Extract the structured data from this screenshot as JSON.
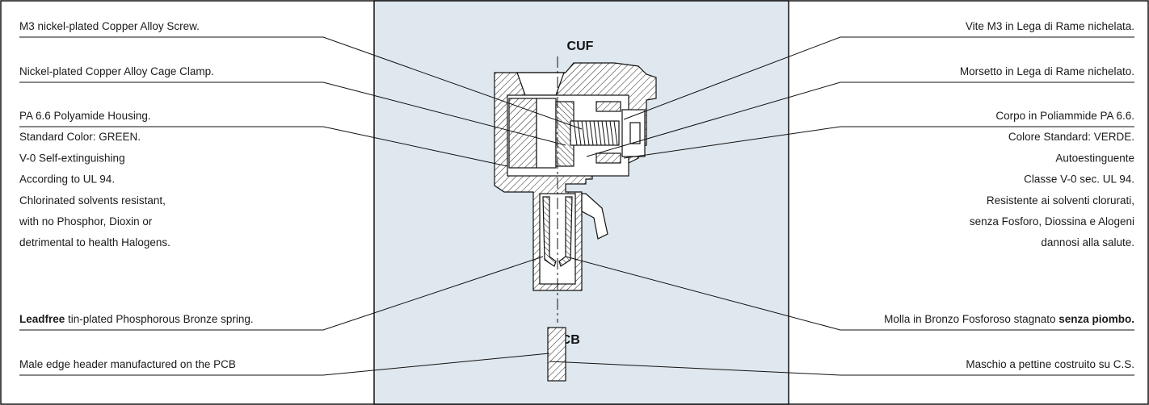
{
  "diagram": {
    "title": "CUF",
    "pcb_label": "PCB"
  },
  "left_labels": [
    {
      "lines": [
        {
          "parts": [
            {
              "t": "M3 nickel-plated Copper Alloy Screw."
            }
          ]
        }
      ]
    },
    {
      "lines": [
        {
          "parts": [
            {
              "t": "Nickel-plated Copper Alloy Cage Clamp."
            }
          ]
        }
      ]
    },
    {
      "lines": [
        {
          "parts": [
            {
              "t": "PA 6.6 Polyamide Housing."
            }
          ]
        },
        {
          "parts": [
            {
              "t": "Standard Color: GREEN."
            }
          ]
        },
        {
          "parts": [
            {
              "t": "V-0 Self-extinguishing"
            }
          ]
        },
        {
          "parts": [
            {
              "t": "According to UL 94."
            }
          ]
        },
        {
          "parts": [
            {
              "t": "Chlorinated solvents resistant,"
            }
          ]
        },
        {
          "parts": [
            {
              "t": "with no Phosphor, Dioxin or"
            }
          ]
        },
        {
          "parts": [
            {
              "t": "detrimental to health Halogens."
            }
          ]
        }
      ]
    },
    {
      "lines": [
        {
          "parts": [
            {
              "t": "Leadfree",
              "b": true
            },
            {
              "t": " tin-plated Phosphorous Bronze spring."
            }
          ]
        }
      ]
    },
    {
      "lines": [
        {
          "parts": [
            {
              "t": "Male edge header manufactured on the PCB"
            }
          ]
        }
      ]
    }
  ],
  "right_labels": [
    {
      "lines": [
        {
          "parts": [
            {
              "t": "Vite M3 in Lega di Rame nichelata."
            }
          ]
        }
      ]
    },
    {
      "lines": [
        {
          "parts": [
            {
              "t": "Morsetto in Lega di Rame nichelato."
            }
          ]
        }
      ]
    },
    {
      "lines": [
        {
          "parts": [
            {
              "t": "Corpo in Poliammide PA 6.6."
            }
          ]
        },
        {
          "parts": [
            {
              "t": "Colore Standard: VERDE."
            }
          ]
        },
        {
          "parts": [
            {
              "t": "Autoestinguente"
            }
          ]
        },
        {
          "parts": [
            {
              "t": "Classe V-0 sec. UL 94."
            }
          ]
        },
        {
          "parts": [
            {
              "t": "Resistente ai solventi clorurati,"
            }
          ]
        },
        {
          "parts": [
            {
              "t": "senza Fosforo, Diossina e Alogeni"
            }
          ]
        },
        {
          "parts": [
            {
              "t": "dannosi alla salute."
            }
          ]
        }
      ]
    },
    {
      "lines": [
        {
          "parts": [
            {
              "t": "Molla in Bronzo Fosforoso stagnato "
            },
            {
              "t": "senza piombo.",
              "b": true
            }
          ]
        }
      ]
    },
    {
      "lines": [
        {
          "parts": [
            {
              "t": "Maschio a pettine costruito su C.S."
            }
          ]
        }
      ]
    }
  ],
  "colors": {
    "center_panel": "#dfe8ee",
    "line": "#111111",
    "part_fill": "#ffffff"
  }
}
